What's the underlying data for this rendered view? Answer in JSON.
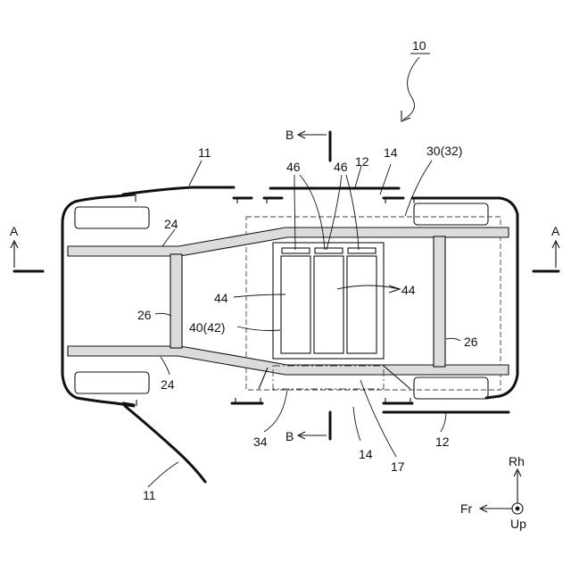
{
  "labels": {
    "vehicle": "10",
    "wheel_house_top": "11",
    "wheel_house_bottom": "11",
    "side_sill_top": "12",
    "side_sill_bottom": "12",
    "floor_top": "14",
    "floor_bottom": "14",
    "duct": "17",
    "side_member_top": "24",
    "side_member_bottom": "24",
    "cross_member_left": "26",
    "cross_member_right": "26",
    "sub_frame": "30(32)",
    "cover": "34",
    "battery_pack": "40(42)",
    "module_left": "44",
    "module_right": "44",
    "bus_left": "46",
    "bus_right": "46",
    "section_a_left": "A",
    "section_a_right": "A",
    "section_b_top": "B",
    "section_b_bottom": "B"
  },
  "axes": {
    "right": "Rh",
    "front": "Fr",
    "up": "Up"
  }
}
